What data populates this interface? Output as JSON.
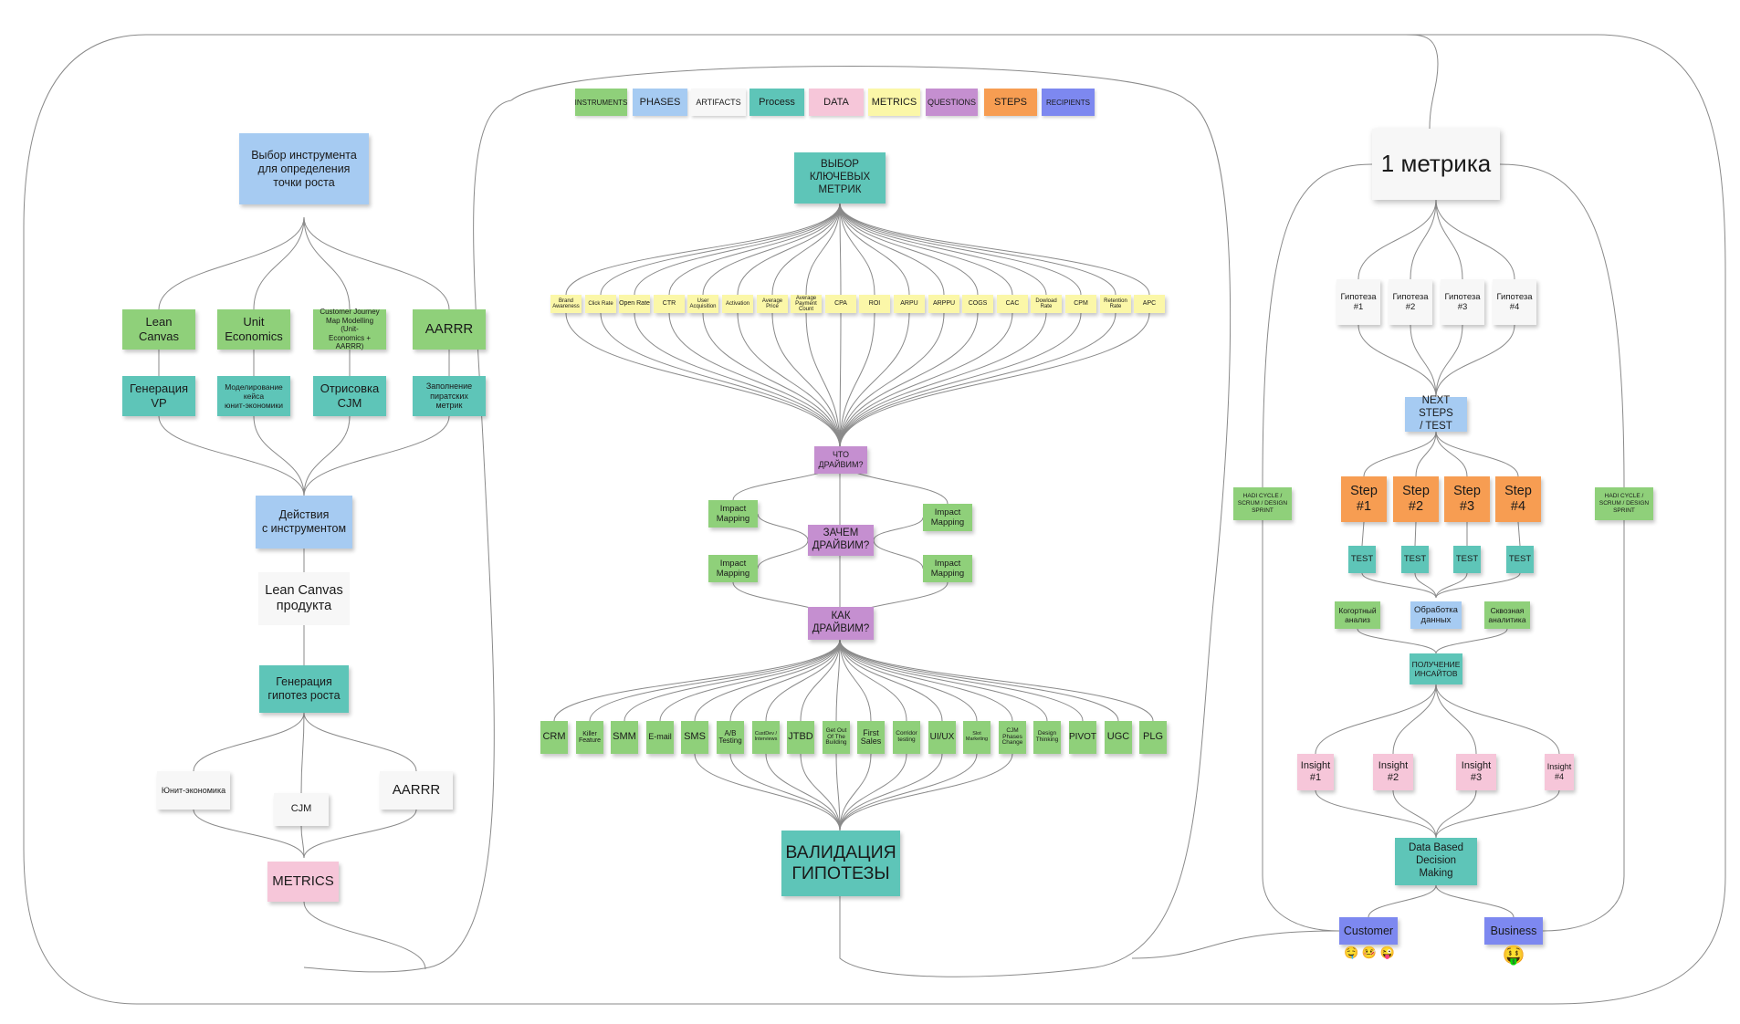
{
  "colors": {
    "green": "#8fd07a",
    "blue": "#a6cbf2",
    "white": "#f7f7f7",
    "teal": "#5ec5b8",
    "pink": "#f6c6d9",
    "yellow": "#fbf7a8",
    "purple": "#c58fd0",
    "orange": "#f79d52",
    "indigo": "#7d88f0",
    "line": "#8a8a8a"
  },
  "legend": [
    {
      "label": "INSTRUMENTS",
      "color": "green"
    },
    {
      "label": "PHASES",
      "color": "blue"
    },
    {
      "label": "ARTIFACTS",
      "color": "white"
    },
    {
      "label": "Process",
      "color": "teal"
    },
    {
      "label": "DATA",
      "color": "pink"
    },
    {
      "label": "METRICS",
      "color": "yellow"
    },
    {
      "label": "QUESTIONS",
      "color": "purple"
    },
    {
      "label": "STEPS",
      "color": "orange"
    },
    {
      "label": "RECIPIENTS",
      "color": "indigo"
    }
  ],
  "left": {
    "top": "Выбор инструмента\nдля определения\nточки роста",
    "instruments": [
      "Lean\nCanvas",
      "Unit\nEconomics",
      "Customer Journey\nMap Modelling (Unit-\nEconomics + AARRR)",
      "AARRR"
    ],
    "processes": [
      "Генерация\nVP",
      "Моделирование\nкейса\nюнит-экономики",
      "Отрисовка\nCJM",
      "Заполнение\nпиратских\nметрик"
    ],
    "actions": "Действия\nс инструментом",
    "artifact": "Lean Canvas\nпродукта",
    "generation": "Генерация\nгипотез роста",
    "outputs": [
      "Юнит-экономика",
      "CJM",
      "AARRR"
    ],
    "metrics": "METRICS"
  },
  "center": {
    "top": "ВЫБОР\nКЛЮЧЕВЫХ\nМЕТРИК",
    "metrics": [
      "Brand\nAwareness",
      "Click Rate",
      "Open Rate",
      "CTR",
      "User\nAcquisition",
      "Activation",
      "Average\nPrice",
      "Average\nPayment Count",
      "CPA",
      "ROI",
      "ARPU",
      "ARPPU",
      "COGS",
      "CAC",
      "Dowload\nRate",
      "CPM",
      "Retention\nRate",
      "APC"
    ],
    "q1": "ЧТО\nДРАЙВИМ?",
    "q2": "ЗАЧЕМ\nДРАЙВИМ?",
    "q3": "КАК\nДРАЙВИМ?",
    "impact": [
      "Impact\nMapping",
      "Impact\nMapping",
      "Impact\nMapping",
      "Impact\nMapping"
    ],
    "tools": [
      "CRM",
      "Killer\nFeature",
      "SMM",
      "E-mail",
      "SMS",
      "A/B\nTesting",
      "CustDev /\nInterviews",
      "JTBD",
      "Get Out\nOf The\nBuilding",
      "First\nSales",
      "Corridor\ntesting",
      "UI/UX",
      "Slot\nMarketing",
      "CJM\nPhases\nChange",
      "Design\nThinking",
      "PIVOT",
      "UGC",
      "PLG"
    ],
    "validation": "ВАЛИДАЦИЯ\nГИПОТЕЗЫ"
  },
  "right": {
    "top": "1 метрика",
    "hypotheses": [
      "Гипотеза\n#1",
      "Гипотеза\n#2",
      "Гипотеза\n#3",
      "Гипотеза\n#4"
    ],
    "next": "NEXT STEPS\n/ TEST",
    "steps": [
      "Step\n#1",
      "Step\n#2",
      "Step\n#3",
      "Step\n#4"
    ],
    "tests": [
      "TEST",
      "TEST",
      "TEST",
      "TEST"
    ],
    "analysis": [
      "Когортный\nанализ",
      "Обработка\nданных",
      "Сквозная\nаналитика"
    ],
    "insights_label": "ПОЛУЧЕНИЕ\nИНСАЙТОВ",
    "insights": [
      "Insight\n#1",
      "Insight\n#2",
      "Insight\n#3",
      "Insight\n#4"
    ],
    "decision": "Data Based\nDecision Making",
    "customer": "Customer",
    "business": "Business",
    "customer_emoji": "🤤 🤒 😜",
    "business_emoji": "🤑",
    "hadi_left": "HADI CYCLE /\nSCRUM / DESIGN\nSPRINT",
    "hadi_right": "HADI CYCLE /\nSCRUM / DESIGN\nSPRINT"
  }
}
